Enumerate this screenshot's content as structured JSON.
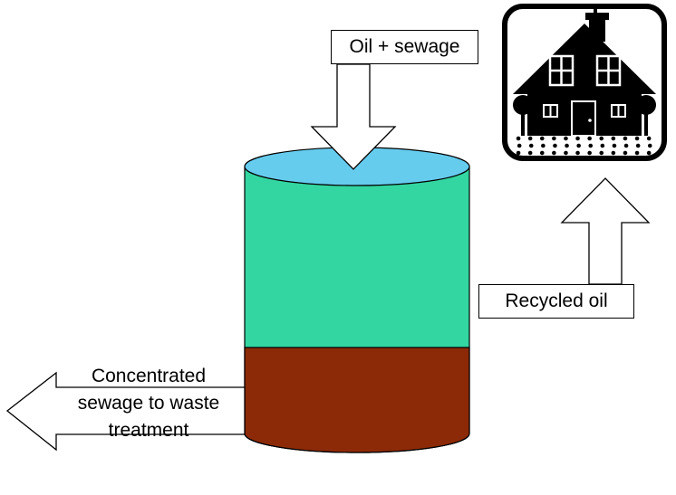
{
  "diagram_type": "process-flow",
  "labels": {
    "oil_sewage": "Oil + sewage",
    "recycled_oil": "Recycled oil",
    "waste_lines": [
      "Concentrated",
      "sewage to waste",
      "treatment"
    ]
  },
  "colors": {
    "background": "#FFFFFF",
    "oil_layer": "#66CCEE",
    "tank_body": "#33D6A0",
    "sewage_layer": "#8C2A08",
    "arrow_fill": "#FFFFFF",
    "outline": "#000000",
    "house_icon": "#000000"
  },
  "icons": {
    "house": "house-icon"
  }
}
